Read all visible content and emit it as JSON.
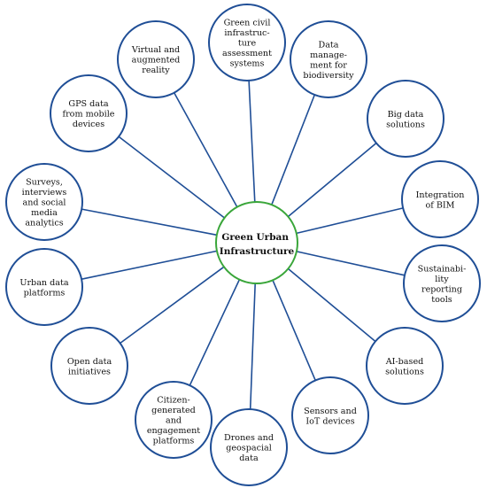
{
  "colors": {
    "spoke": "#1f4e96",
    "node_outline": "#1f4e96",
    "hub_outline": "#3aa63a"
  },
  "hub": {
    "lines": [
      "Green Urban",
      "Infrastructure"
    ]
  },
  "nodes": [
    {
      "id": "green-civil-infrastructure",
      "lines": [
        "Green civil",
        "infrastruc-",
        "ture",
        "assessment",
        "systems"
      ]
    },
    {
      "id": "data-management-biodiversity",
      "lines": [
        "Data",
        "manage-",
        "ment for",
        "biodiversity"
      ]
    },
    {
      "id": "big-data-solutions",
      "lines": [
        "Big data",
        "solutions"
      ]
    },
    {
      "id": "integration-of-bim",
      "lines": [
        "Integration",
        "of BIM"
      ]
    },
    {
      "id": "sustainability-reporting-tools",
      "lines": [
        "Sustainabi-",
        "lity",
        "reporting",
        "tools"
      ]
    },
    {
      "id": "ai-based-solutions",
      "lines": [
        "AI-based",
        "solutions"
      ]
    },
    {
      "id": "sensors-and-iot",
      "lines": [
        "Sensors and",
        "IoT devices"
      ]
    },
    {
      "id": "drones-and-geospacial",
      "lines": [
        "Drones and",
        "geospacial",
        "data"
      ]
    },
    {
      "id": "citizen-generated-platforms",
      "lines": [
        "Citizen-",
        "generated",
        "and",
        "engagement",
        "platforms"
      ]
    },
    {
      "id": "open-data-initiatives",
      "lines": [
        "Open data",
        "initiatives"
      ]
    },
    {
      "id": "urban-data-platforms",
      "lines": [
        "Urban data",
        "platforms"
      ]
    },
    {
      "id": "surveys-interviews-social",
      "lines": [
        "Surveys,",
        "interviews",
        "and social",
        "media",
        "analytics"
      ]
    },
    {
      "id": "gps-data-mobile",
      "lines": [
        "GPS data",
        "from mobile",
        "devices"
      ]
    },
    {
      "id": "virtual-augmented-reality",
      "lines": [
        "Virtual and",
        "augmented",
        "reality"
      ]
    }
  ]
}
